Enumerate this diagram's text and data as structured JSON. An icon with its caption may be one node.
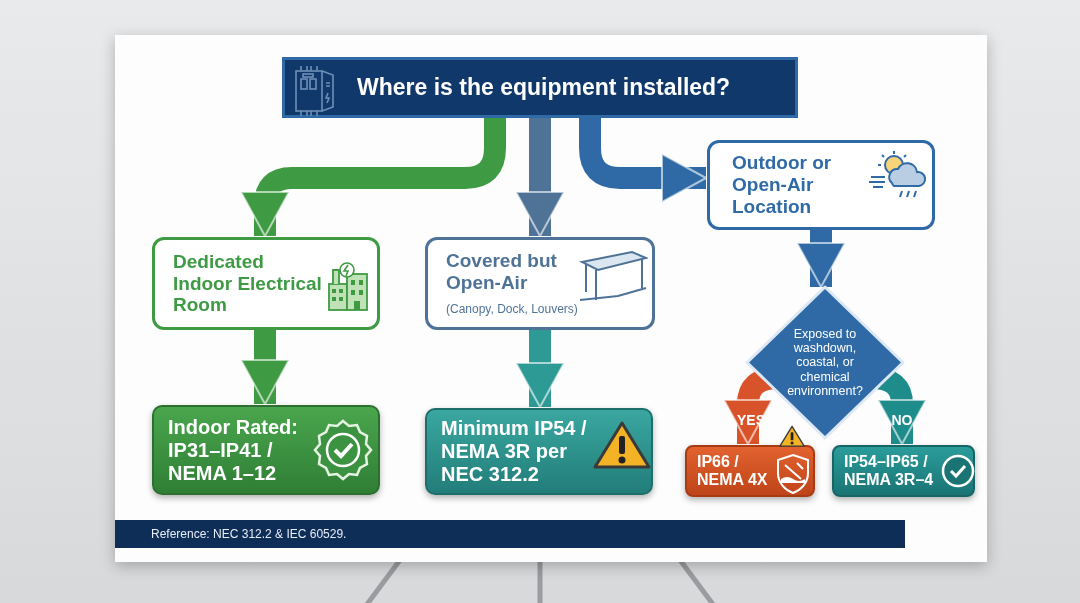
{
  "diagram": {
    "nodes": [
      {
        "text": [
          "Where is the equipment installed?"
        ]
      },
      {
        "text": [
          "Dedicated Indoor Electrical Room"
        ]
      },
      {
        "text": [
          "Covered but Open-Air",
          "(Canopy, Dock, Louvers)"
        ]
      },
      {
        "text": [
          "Outdoor or Open-Air Location"
        ]
      },
      {
        "text": [
          "Exposed to washdown, coastal, or chemical environment?"
        ]
      },
      {
        "text": [
          "Indoor Rated: IP31–IP41 / NEMA 1–12"
        ]
      },
      {
        "text": [
          "Minimum IP54 / NEMA 3R per NEC 312.2"
        ]
      },
      {
        "text": [
          "IP66 / NEMA 4X"
        ]
      },
      {
        "text": [
          "IP54–IP65 / NEMA 3R–4"
        ]
      }
    ],
    "edges": [
      {
        "from": 0,
        "to": 1,
        "arrow": "to",
        "color": "#3f9a44"
      },
      {
        "from": 0,
        "to": 2,
        "arrow": "to",
        "color": "#4f7396"
      },
      {
        "from": 0,
        "to": 3,
        "arrow": "to",
        "color": "#2f6aa6"
      },
      {
        "from": 3,
        "to": 4,
        "arrow": "to",
        "color": "#2f6aa6"
      },
      {
        "from": 1,
        "to": 5,
        "arrow": "to",
        "color": "#3f9a44"
      },
      {
        "from": 2,
        "to": 6,
        "arrow": "to",
        "color": "#2e9a95"
      },
      {
        "from": 4,
        "to": 7,
        "arrow": "to",
        "label": "YES",
        "color": "#d9532a"
      },
      {
        "from": 4,
        "to": 8,
        "arrow": "to",
        "label": "NO",
        "color": "#1f8c8c"
      }
    ],
    "labels": [
      "Reference: NEC 312.2 & IEC 60529."
    ]
  }
}
